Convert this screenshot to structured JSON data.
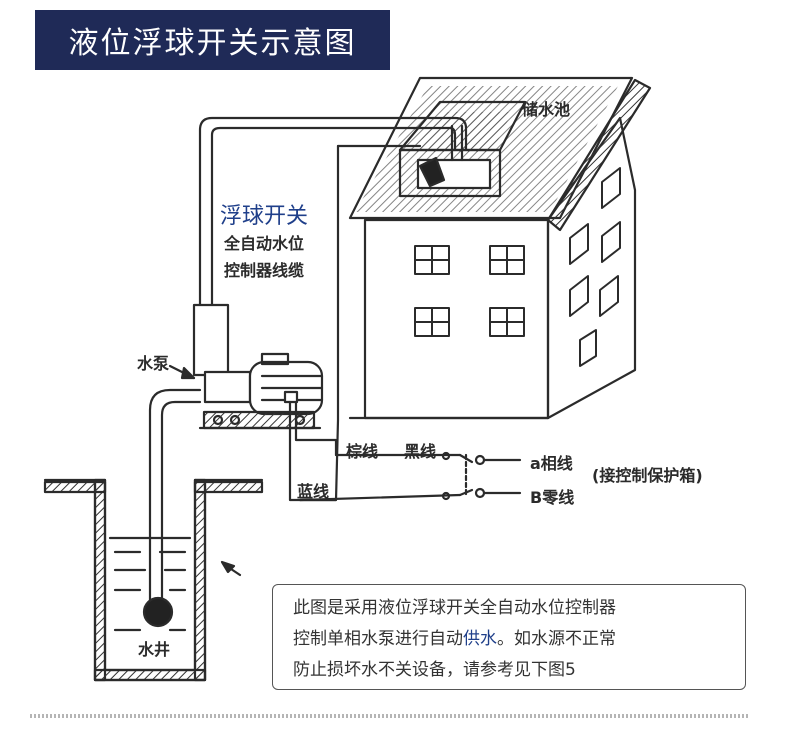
{
  "title": "液位浮球开关示意图",
  "labels": {
    "storage_tank": "储水池",
    "float_switch": "浮球开关",
    "controller_line1": "全自动水位",
    "controller_line2": "控制器线缆",
    "pump": "水泵",
    "brown_wire": "棕线",
    "black_wire": "黑线",
    "blue_wire": "蓝线",
    "phase_a": "a相线",
    "neutral_b": "B零线",
    "control_box": "(接控制保护箱)",
    "well": "水井"
  },
  "note": {
    "line1": "此图是采用液位浮球开关全自动水位控制器",
    "line2_pre": "控制单相水泵进行自动",
    "line2_hl": "供水",
    "line2_post": "。如水源不正常",
    "line3": "防止损坏水不关设备，请参考见下图5"
  },
  "colors": {
    "title_bg": "#1f2a57",
    "highlight": "#1f3f8a",
    "ink": "#2b2b2b"
  }
}
